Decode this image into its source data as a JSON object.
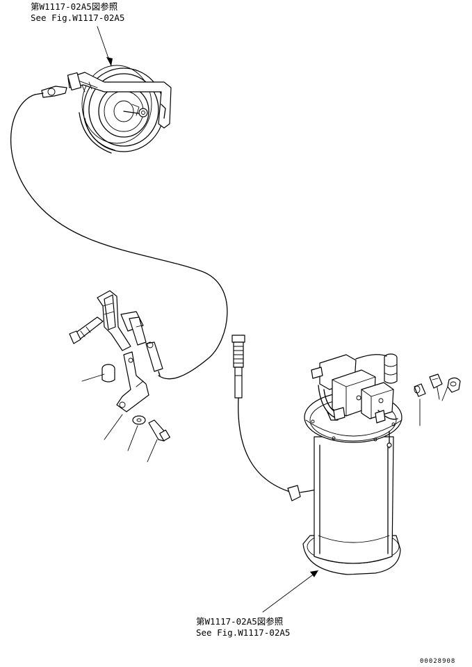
{
  "callouts": {
    "top": {
      "line1": "第W1117-02A5図参照",
      "line2": "See Fig.W1117-02A5"
    },
    "bottom": {
      "line1": "第W1117-02A5図参照",
      "line2": "See Fig.W1117-02A5"
    }
  },
  "drawing_number": "00028908",
  "components": [
    "hose-reel-icon",
    "hose-line-icon",
    "grease-gun-icon",
    "nozzle-fitting-icon",
    "grease-tank-icon",
    "pump-unit-icon",
    "bracket-icon",
    "bolt-icon",
    "washer-icon",
    "elbow-fitting-icon"
  ]
}
